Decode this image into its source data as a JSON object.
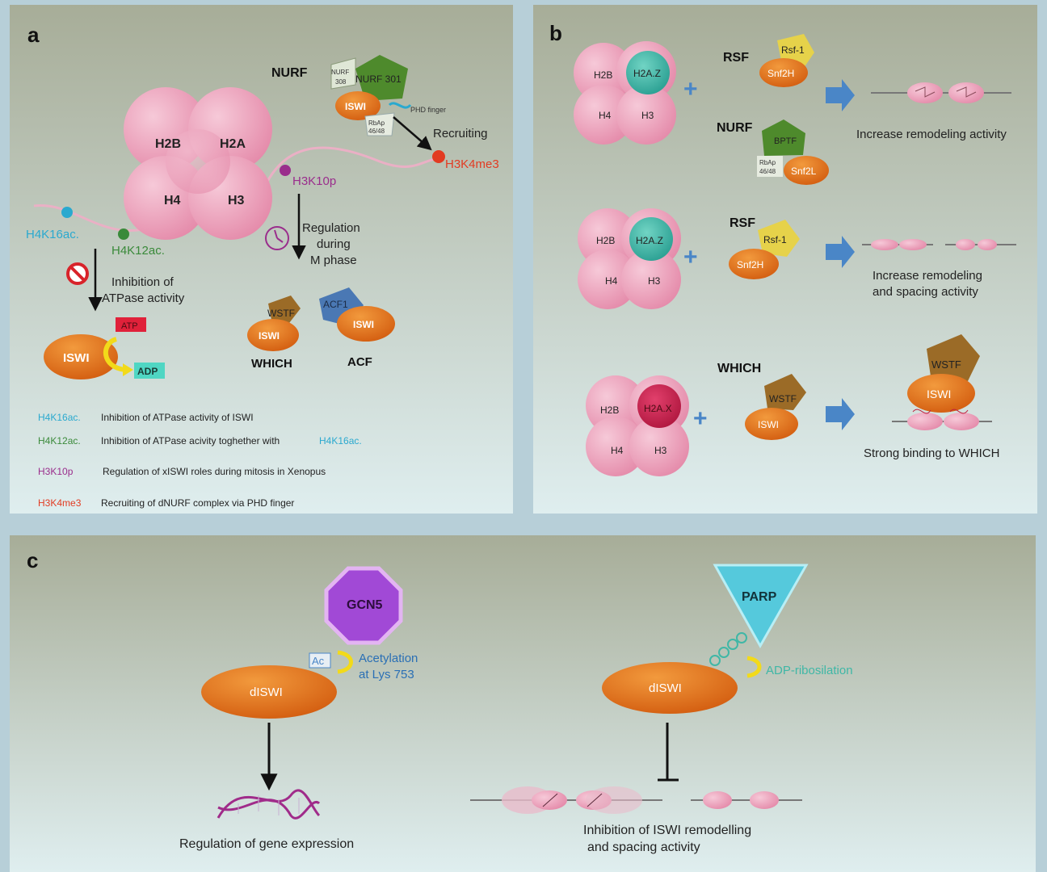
{
  "panel_a": {
    "letter": "a",
    "nurf": "NURF",
    "nurf301": "NURF 301",
    "nurf308a": "NURF",
    "nurf308b": "308",
    "iswi": "ISWI",
    "rbap1": "RbAp",
    "rbap2": "46/48",
    "phd": "PHD finger",
    "recruiting": "Recruiting",
    "h3k4me3": "H3K4me3",
    "h2b": "H2B",
    "h2a": "H2A",
    "h4": "H4",
    "h3": "H3",
    "h3k10p": "H3K10p",
    "h4k16ac": "H4K16ac.",
    "h4k12ac": "H4K12ac.",
    "inhib1": "Inhibition of",
    "inhib2": "ATPase activity",
    "reg1": "Regulation",
    "reg2": "during",
    "reg3": "M phase",
    "iswi_big": "ISWI",
    "atp": "ATP",
    "adp": "ADP",
    "wstf": "WSTF",
    "iswi_which": "ISWI",
    "which": "WHICH",
    "acf1": "ACF1",
    "iswi_acf": "ISWI",
    "acf": "ACF",
    "legend": [
      {
        "mark": "H4K16ac.",
        "text": "Inhibition of ATPase activity of ISWI",
        "extra": ""
      },
      {
        "mark": "H4K12ac.",
        "text": "Inhibition of ATPase acivity toghether with",
        "extra": "H4K16ac."
      },
      {
        "mark": "H3K10p",
        "text": "Regulation of xISWI roles during mitosis in Xenopus",
        "extra": ""
      },
      {
        "mark": "H3K4me3",
        "text": "Recruiting of dNURF complex via PHD finger",
        "extra": ""
      }
    ]
  },
  "panel_b": {
    "letter": "b",
    "row1": {
      "h2b": "H2B",
      "var": "H2A.Z",
      "h4": "H4",
      "h3": "H3",
      "rsf": "RSF",
      "rsf1": "Rsf-1",
      "snf2h": "Snf2H",
      "nurf": "NURF",
      "bptf": "BPTF",
      "rbap1": "RbAp",
      "rbap2": "46/48",
      "snf2l": "Snf2L",
      "result": "Increase remodeling activity"
    },
    "row2": {
      "h2b": "H2B",
      "var": "H2A.Z",
      "h4": "H4",
      "h3": "H3",
      "rsf": "RSF",
      "rsf1": "Rsf-1",
      "snf2h": "Snf2H",
      "result1": "Increase remodeling",
      "result2": "and spacing activity"
    },
    "row3": {
      "h2b": "H2B",
      "var": "H2A.X",
      "h4": "H4",
      "h3": "H3",
      "which": "WHICH",
      "wstf": "WSTF",
      "iswi": "ISWI",
      "wstf2": "WSTF",
      "iswi2": "ISWI",
      "result": "Strong binding to WHICH"
    }
  },
  "panel_c": {
    "letter": "c",
    "gcn5": "GCN5",
    "ac": "Ac",
    "acet1": "Acetylation",
    "acet2": "at Lys 753",
    "diswi_left": "dISWI",
    "gene": "Regulation of gene expression",
    "parp": "PARP",
    "adpr": "ADP-ribosilation",
    "diswi_right": "dISWI",
    "inhib1": "Inhibition of ISWI remodelling",
    "inhib2": "and spacing activity"
  },
  "colors": {
    "histone": "#e9a3bd",
    "iswi": "#e0701e",
    "h2az": "#3fb7a6",
    "h2ax": "#c21e4f",
    "cyan": "#2aa9cf",
    "green": "#3a8a3a",
    "purple": "#9a2d8c",
    "red": "#e23b22"
  }
}
